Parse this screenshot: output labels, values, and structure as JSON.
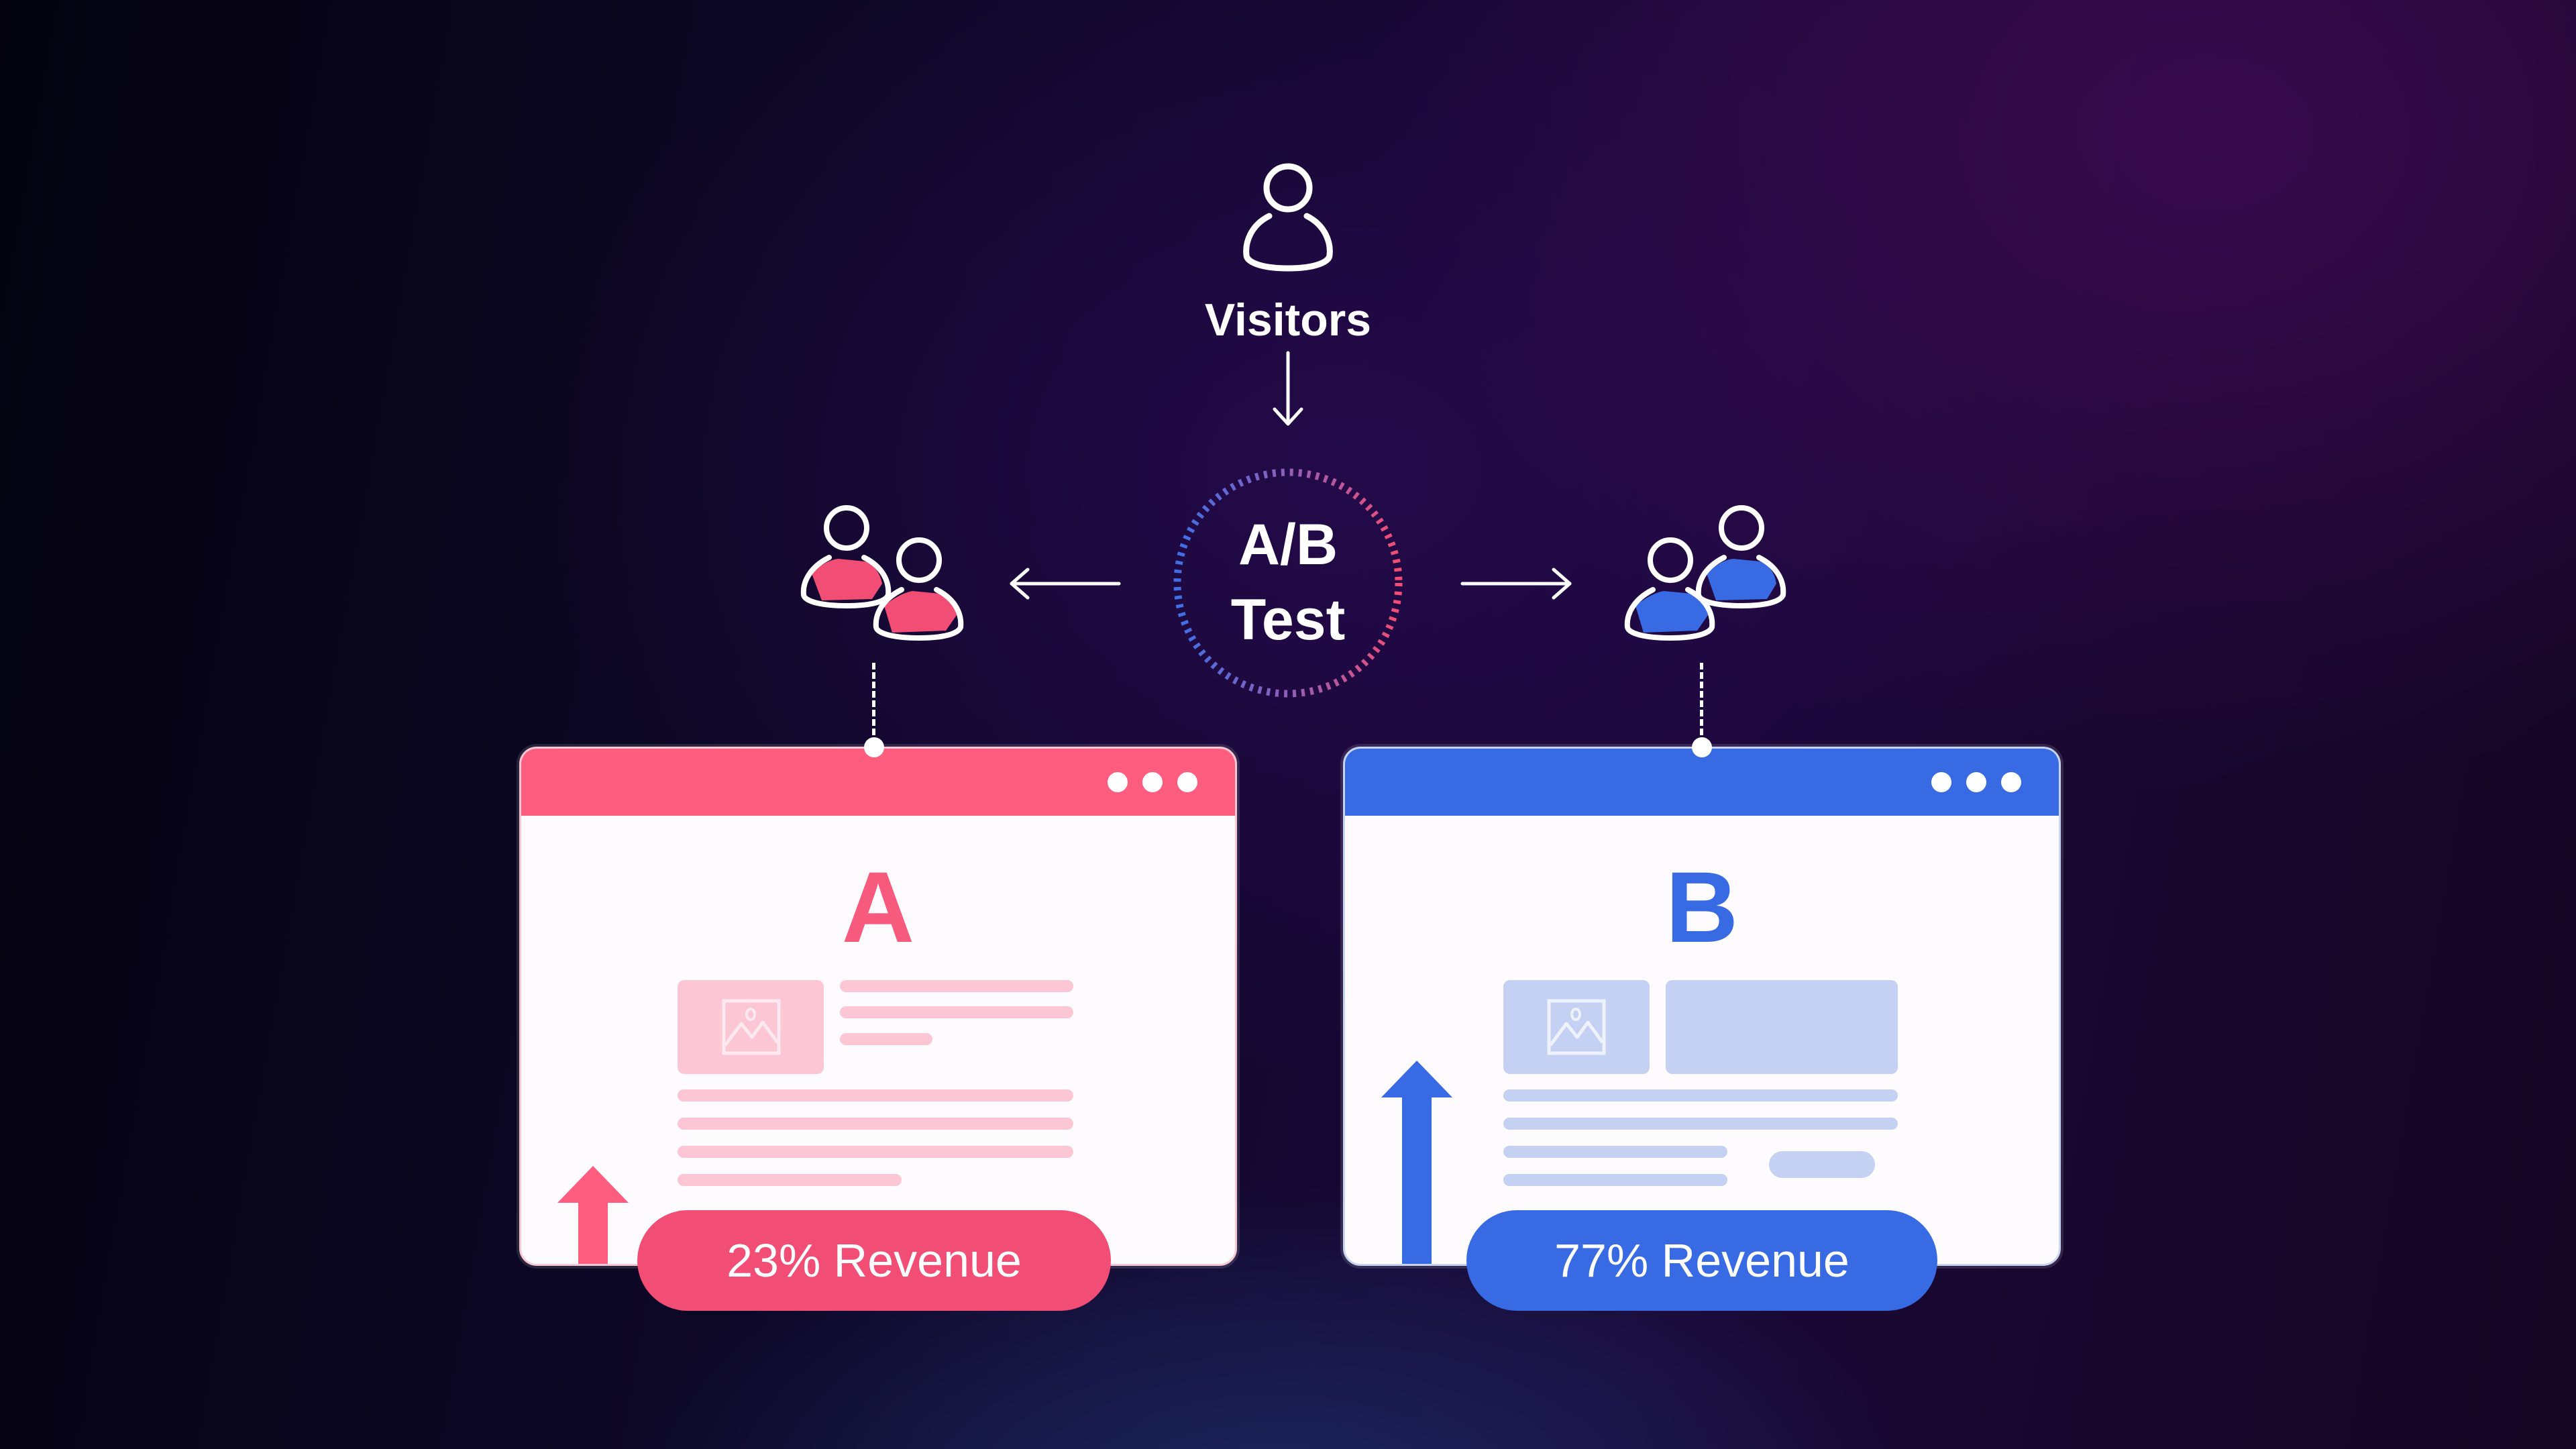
{
  "visitors": {
    "label": "Visitors",
    "icon": "user-icon"
  },
  "split": {
    "line1": "A/B",
    "line2": "Test",
    "ring_colors": [
      "#3f6fe6",
      "#f24d74"
    ]
  },
  "variants": {
    "a": {
      "letter": "A",
      "revenue_label": "23% Revenue",
      "revenue_percent": 23,
      "accent": "#fe5d7f",
      "pill_color": "#f24d74",
      "light": "#fdc6d5",
      "group_icon": "users-group-icon"
    },
    "b": {
      "letter": "B",
      "revenue_label": "77% Revenue",
      "revenue_percent": 77,
      "accent": "#386ae3",
      "pill_color": "#386ae3",
      "light": "#c4d1f3",
      "group_icon": "users-group-icon"
    }
  }
}
